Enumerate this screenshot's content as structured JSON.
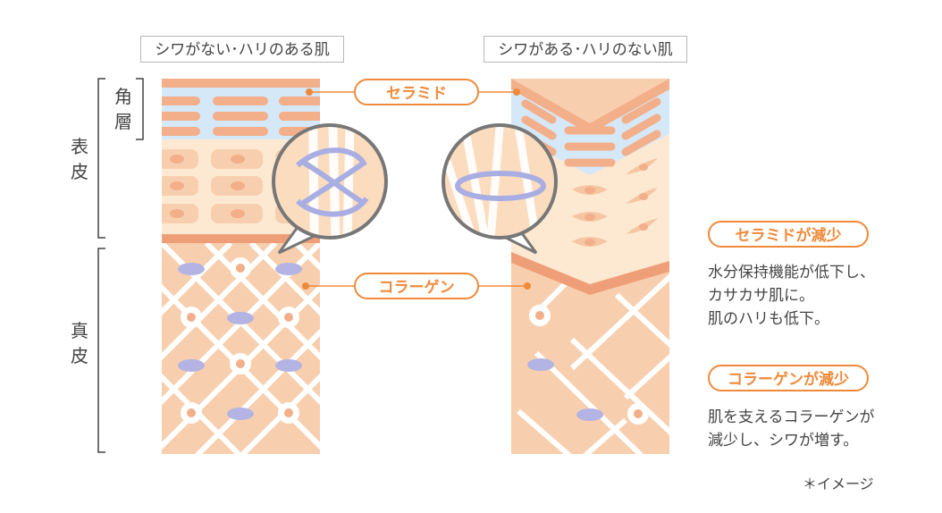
{
  "panels": {
    "left_title": "シワがない･ハリのある肌",
    "right_title": "シワがある･ハリのない肌"
  },
  "layer_labels": {
    "stratum_corneum": "角\n層",
    "epidermis": "表\n皮",
    "dermis": "真\n皮"
  },
  "callouts": {
    "ceramide": "セラミド",
    "collagen": "コラーゲン"
  },
  "effects": [
    {
      "title": "セラミドが減少",
      "lines": [
        "水分保持機能が低下し、",
        "カサカサ肌に。",
        "肌のハリも低下。"
      ]
    },
    {
      "title": "コラーゲンが減少",
      "lines": [
        "肌を支えるコラーゲンが",
        "減少し、シワが増す。"
      ]
    }
  ],
  "note": "＊イメージ",
  "colors": {
    "orange": "#ef8a3a",
    "salmon": "#f3ae8a",
    "light_blue": "#d5e8f7",
    "cream": "#fde9d2",
    "dermis": "#f8cfae",
    "lavender": "#b3b4e3"
  }
}
